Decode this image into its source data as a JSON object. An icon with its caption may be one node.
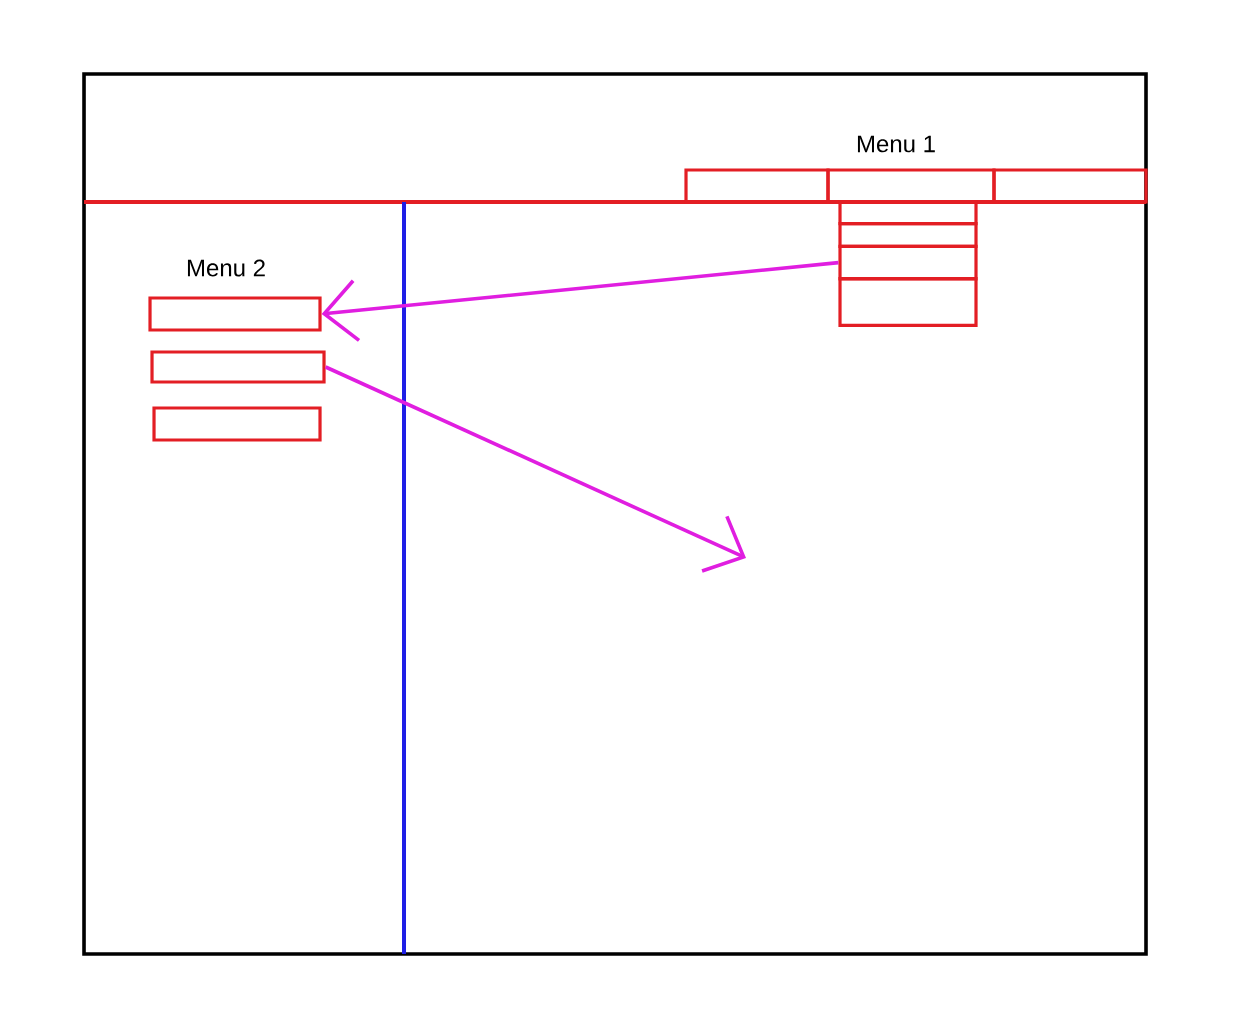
{
  "diagram": {
    "nodes": [
      {
        "text": [],
        "shape": "box"
      },
      {
        "text": [],
        "shape": "box"
      },
      {
        "text": [],
        "shape": "box"
      },
      {
        "text": [],
        "shape": "box"
      },
      {
        "text": [],
        "shape": "box"
      },
      {
        "text": [],
        "shape": "box"
      },
      {
        "text": [],
        "shape": "box"
      },
      {
        "text": [],
        "shape": "box"
      },
      {
        "text": [],
        "shape": "box"
      },
      {
        "text": [],
        "shape": "box"
      }
    ],
    "edges": [
      {
        "from": 5,
        "to": 7,
        "arrow": "to"
      },
      {
        "from": 8,
        "to": null,
        "arrow": "to"
      }
    ],
    "labels": [
      "Menu 1",
      "Menu 2"
    ]
  }
}
